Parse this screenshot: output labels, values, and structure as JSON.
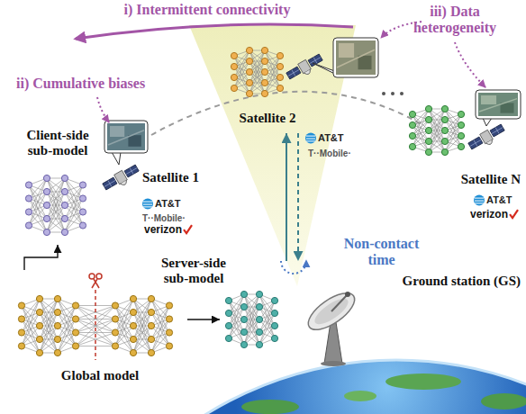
{
  "diagram": {
    "nodes": [
      {
        "text": [
          "Client-side sub-model"
        ]
      },
      {
        "text": [
          "Satellite 1"
        ]
      },
      {
        "text": [
          "Satellite 2"
        ]
      },
      {
        "text": [
          "Satellite N"
        ]
      },
      {
        "text": [
          "Server-side sub-model"
        ]
      },
      {
        "text": [
          "Ground station (GS)"
        ]
      },
      {
        "text": [
          "Global model"
        ]
      }
    ],
    "edges": [
      {
        "from": 6,
        "to": 0,
        "arrow": "to"
      },
      {
        "from": 6,
        "to": 4,
        "arrow": "to"
      },
      {
        "from": 5,
        "to": 2,
        "arrow": "to"
      },
      {
        "from": 2,
        "to": 5,
        "arrow": "to"
      }
    ],
    "labels": [
      "i) Intermittent connectivity",
      "iii) Data heterogeneity",
      "ii) Cumulative biases",
      "AT&T",
      "T··Mobile·",
      "AT&T",
      "T··Mobile·",
      "verizon",
      "AT&T",
      "verizon",
      "Non-contact time"
    ]
  }
}
